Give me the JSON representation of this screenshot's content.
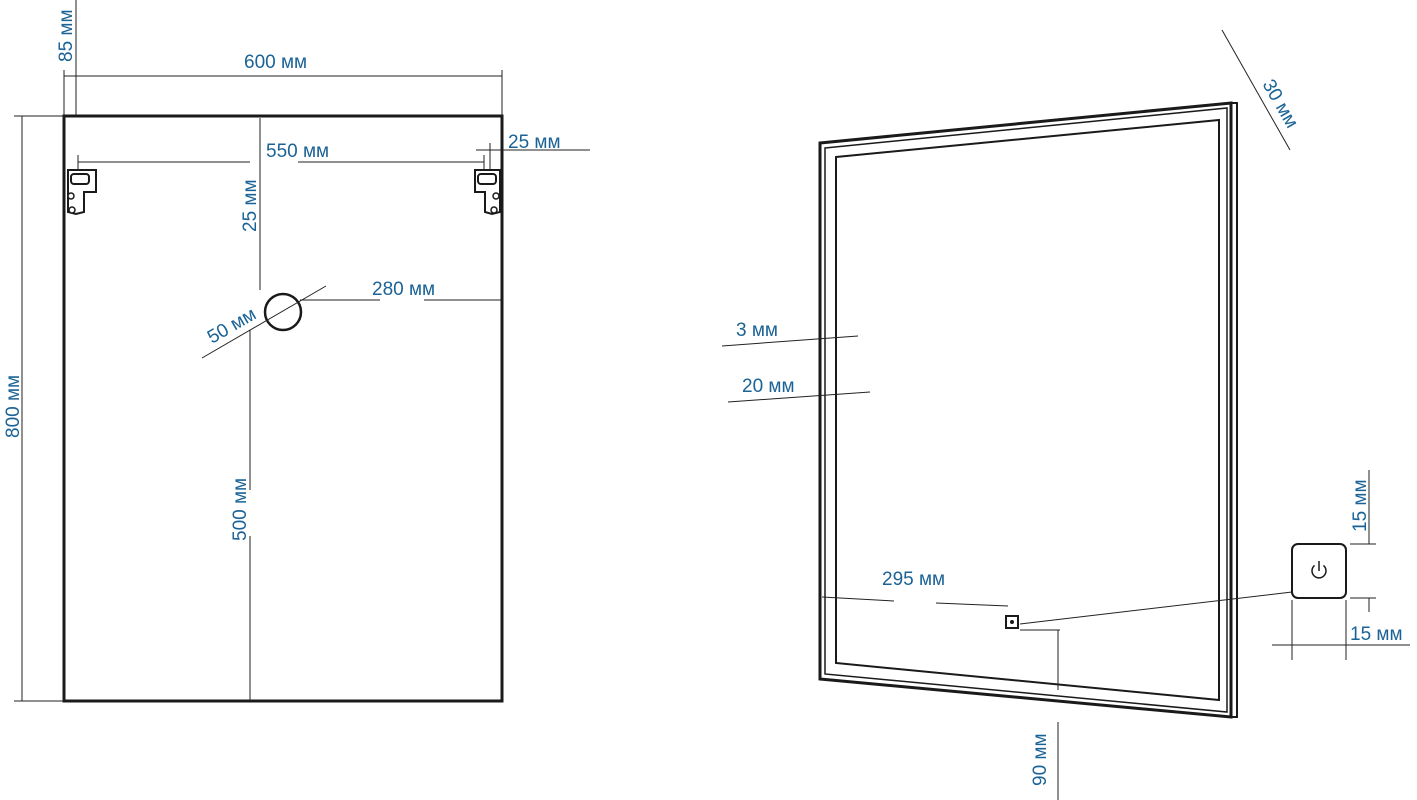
{
  "colors": {
    "dimension_text": "#1b6396",
    "lines": "#222222",
    "frame": "#1a1a1a"
  },
  "back_view": {
    "width": "600 мм",
    "height": "800 мм",
    "top_offset": "85 мм",
    "hanger_spacing": "550 мм",
    "hanger_edge": "25 мм",
    "hanger_to_hole": "25 мм",
    "hole_side": "280 мм",
    "hole_diameter": "50 мм",
    "hole_bottom": "500 мм"
  },
  "front_view": {
    "depth": "30 мм",
    "outer_frame": "3 мм",
    "inner_frame": "20 мм",
    "switch_side": "295 мм",
    "switch_bottom": "90 мм",
    "switch_size_h": "15 мм",
    "switch_size_v": "15 мм",
    "switch_icon": "power-icon"
  }
}
